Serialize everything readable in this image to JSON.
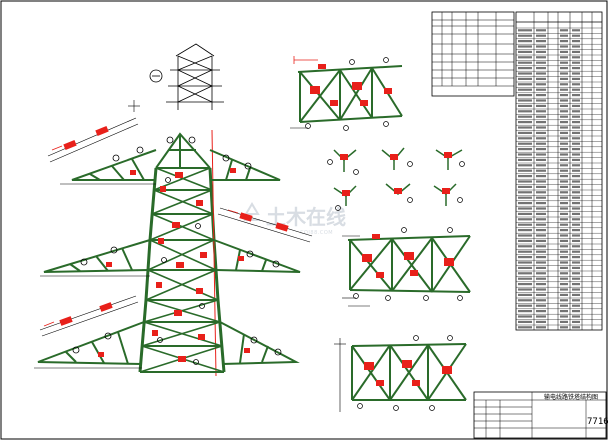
{
  "title_block": {
    "drawing_name": "输电线路铁塔结构图",
    "drawing_number": "7716"
  },
  "watermark": {
    "text": "土木在线",
    "sub": "COI88.COM"
  },
  "colors": {
    "member": "#2a6b2a",
    "plate": "#e8201a",
    "line": "#000000",
    "dim": "#2030c0"
  }
}
